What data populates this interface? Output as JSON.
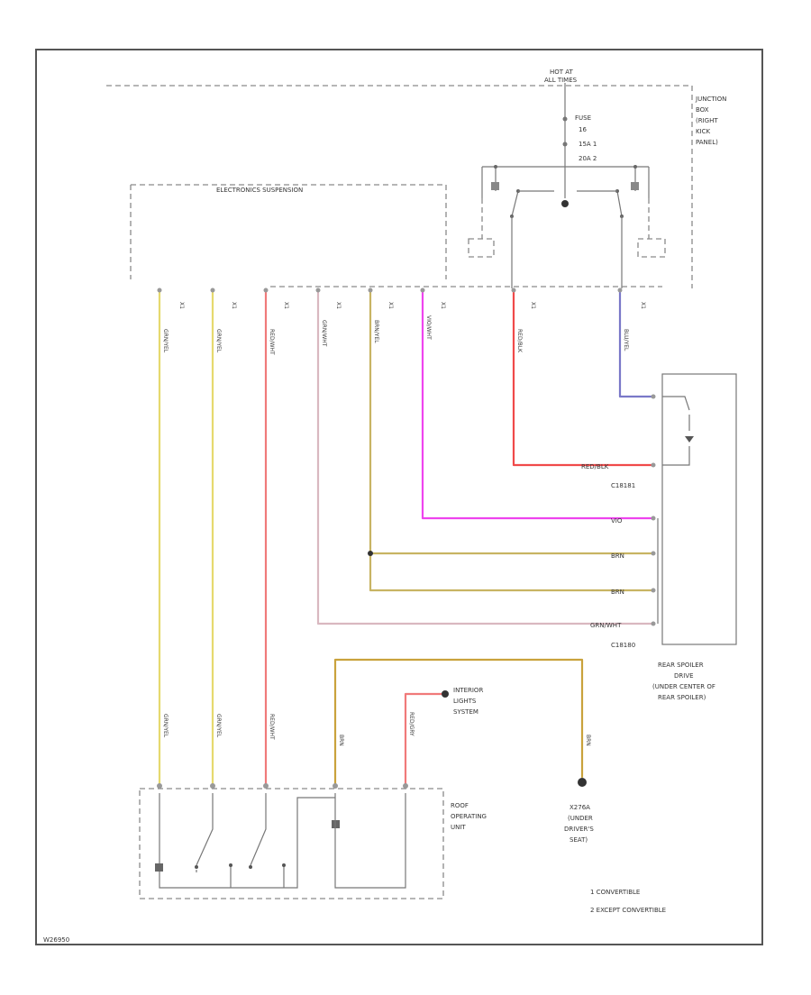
{
  "diagram_id": "W26950",
  "junction_box": {
    "hot_label_1": "HOT AT",
    "hot_label_2": "ALL TIMES",
    "fuse_1": "FUSE",
    "fuse_2": "16",
    "fuse_3": "15A  1",
    "fuse_4": "20A  2",
    "name_1": "JUNCTION",
    "name_2": "BOX",
    "name_3": "(RIGHT",
    "name_4": "KICK",
    "name_5": "PANEL)"
  },
  "electronics_module": {
    "name": "ELECTRONICS SUSPENSION"
  },
  "connector_pins": {
    "c1": "X1",
    "c2": "X1",
    "c3": "X1",
    "c4": "X1",
    "c5": "X1",
    "c6": "X1",
    "c7": "X1",
    "c8": "X1"
  },
  "wires": {
    "w1": "GRN/YEL",
    "w2": "GRN/YEL",
    "w3": "RED/WHT",
    "w4": "GRN/WHT",
    "w5": "BRN/YEL",
    "w6": "VIO/WHT",
    "w7": "RED/BLK",
    "w8": "BLU/YEL",
    "w9": "GRN/YEL",
    "w10": "GRN/YEL",
    "w11": "RED/WHT",
    "w12": "BRN",
    "w13": "RED/GRY",
    "w14": "BRN"
  },
  "spoiler_wire_labels": {
    "s1": "RED/BLK",
    "s2": "VIO",
    "s3": "BRN",
    "s4": "BRN",
    "s5": "GRN/WHT"
  },
  "spoiler_connectors": {
    "top": "C18181",
    "bottom": "C18180"
  },
  "rear_spoiler": {
    "line_1": "REAR SPOILER",
    "line_2": "DRIVE",
    "line_3": "(UNDER CENTER OF",
    "line_4": "REAR SPOILER)"
  },
  "interior_lights": {
    "line_1": "INTERIOR",
    "line_2": "LIGHTS",
    "line_3": "SYSTEM"
  },
  "roof_unit": {
    "line_1": "ROOF",
    "line_2": "OPERATING",
    "line_3": "UNIT"
  },
  "ground": {
    "line_1": "X276A",
    "line_2": "(UNDER",
    "line_3": "DRIVER'S",
    "line_4": "SEAT)"
  },
  "notes": {
    "note_1": "1   CONVERTIBLE",
    "note_2": "2   EXCEPT CONVERTIBLE"
  },
  "colors": {
    "yellow": "#e6d96e",
    "red": "#f07a7a",
    "pink": "#d9b8c0",
    "magenta": "#ee44ee",
    "olive": "#c8b463",
    "red_strong": "#f04a4a",
    "blue": "#7a78c8",
    "gold": "#c9a23c"
  }
}
